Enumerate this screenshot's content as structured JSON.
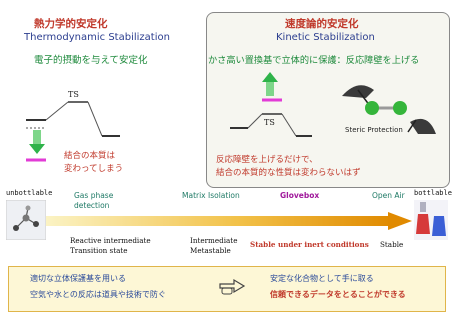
{
  "thermo": {
    "title_jp": "熱力学的安定化",
    "title_en": "Thermodynamic Stabilization",
    "desc_jp": "電子的摂動を与えて安定化",
    "ts": "TS",
    "note_line1": "結合の本質は",
    "note_line2": "変わってしまう"
  },
  "kinetic": {
    "title_jp": "速度論的安定化",
    "title_en": "Kinetic Stabilization",
    "desc_jp": "かさ高い置換基で立体的に保護：反応障壁を上げる",
    "ts": "TS",
    "steric_label": "Steric Protection",
    "note_line1": "反応障壁を上げるだけで、",
    "note_line2": "結合の本質的な性質は変わらないはず"
  },
  "spectrum": {
    "left_label": "unbottlable",
    "right_label": "bottlable",
    "stages": [
      {
        "label_line1": "Gas phase",
        "label_line2": "detection"
      },
      {
        "label_line1": "Matrix Isolation",
        "label_line2": ""
      },
      {
        "label_line1": "Glovebox",
        "label_line2": ""
      },
      {
        "label_line1": "Open Air",
        "label_line2": ""
      }
    ],
    "descriptors": [
      {
        "line1": "Reactive intermediate",
        "line2": "Transition state"
      },
      {
        "line1": "Intermediate",
        "line2": "Metastable"
      },
      {
        "line1": "Stable under inert conditions",
        "line2": ""
      },
      {
        "line1": "Stable",
        "line2": ""
      }
    ]
  },
  "bottom": {
    "left_line1": "適切な立体保護基を用いる",
    "left_line2": "空気や水との反応は道具や技術で防ぐ",
    "right_line1": "安定な化合物として手に取る",
    "right_line2": "信頼できるデータをとることができる",
    "icon": "pointing-hand-icon"
  },
  "colors": {
    "red": "#c0392b",
    "blue": "#2c3e8f",
    "green": "#1e8a3c",
    "arrow_start": "#f6e58d",
    "arrow_end": "#e08a00",
    "magenta": "#e23bd6"
  }
}
